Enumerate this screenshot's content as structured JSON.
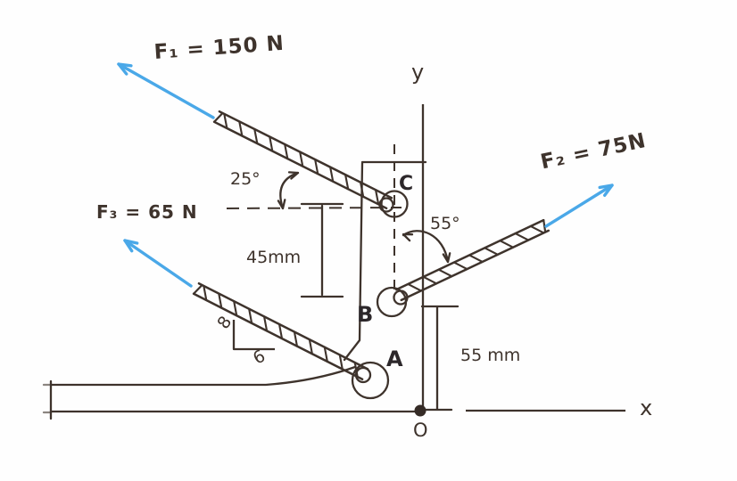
{
  "forces": {
    "f1": "F₁ = 150 N",
    "f2": "F₂ = 75N",
    "f3": "F₃ = 65 N"
  },
  "angles": {
    "at_c_from_horizontal": "25°",
    "at_b_from_vertical": "55°"
  },
  "dimensions": {
    "c_to_b": "45mm",
    "b_to_origin": "55 mm"
  },
  "slope_triangle": {
    "rise": "8",
    "run": "6"
  },
  "points": {
    "a": "A",
    "b": "B",
    "c": "C",
    "origin": "O"
  },
  "axes": {
    "x": "x",
    "y": "y"
  },
  "colors": {
    "ink": "#3e332c",
    "bold_ink": "#2c272a",
    "force_arrow_blue": "#4aa8e8"
  }
}
